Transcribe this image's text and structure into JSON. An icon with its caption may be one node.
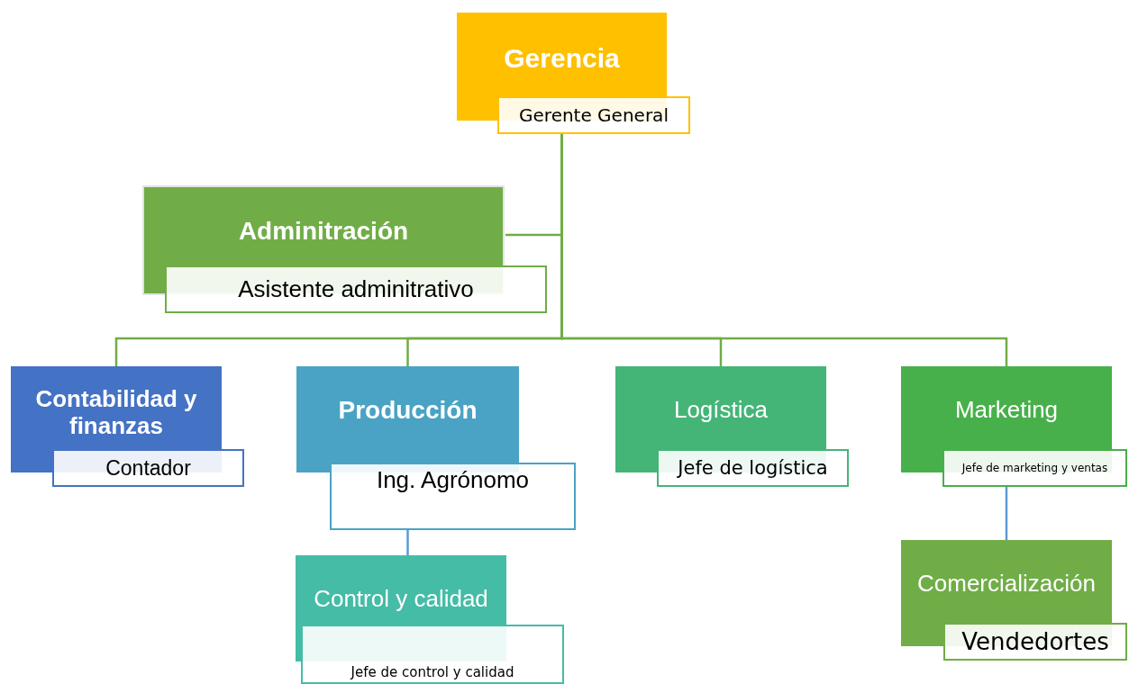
{
  "diagram": {
    "nodes": [
      {
        "text": [
          "Gerencia",
          "Gerente General"
        ]
      },
      {
        "text": [
          "Adminitración",
          "Asistente adminitrativo"
        ]
      },
      {
        "text": [
          "Contabilidad y finanzas",
          "Contador"
        ]
      },
      {
        "text": [
          "Producción",
          "Ing. Agrónomo"
        ]
      },
      {
        "text": [
          "Logística",
          "Jefe de logística"
        ]
      },
      {
        "text": [
          "Marketing",
          "Jefe de marketing y ventas"
        ]
      },
      {
        "text": [
          "Comercialización",
          "Vendedortes"
        ]
      },
      {
        "text": [
          "Control y calidad",
          "Jefe de control y calidad"
        ]
      }
    ],
    "edges": [
      {
        "from": 0,
        "to": 1,
        "arrow": "none"
      },
      {
        "from": 0,
        "to": 2,
        "arrow": "none"
      },
      {
        "from": 0,
        "to": 3,
        "arrow": "none"
      },
      {
        "from": 0,
        "to": 4,
        "arrow": "none"
      },
      {
        "from": 0,
        "to": 5,
        "arrow": "none"
      },
      {
        "from": 3,
        "to": 7,
        "arrow": "none",
        "color": "#5b9bd5"
      },
      {
        "from": 5,
        "to": 6,
        "arrow": "none",
        "color": "#5b9bd5"
      }
    ]
  }
}
